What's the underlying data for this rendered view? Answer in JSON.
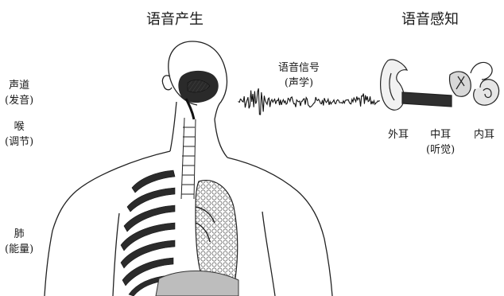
{
  "titles": {
    "production": "语音产生",
    "perception": "语音感知"
  },
  "organs": [
    {
      "name": "声道",
      "note": "(发音)"
    },
    {
      "name": "喉",
      "note": "(调节)"
    },
    {
      "name": "肺",
      "note": "(能量)"
    }
  ],
  "signal": {
    "name": "语音信号",
    "note": "(声学)"
  },
  "ear": [
    {
      "name": "外耳",
      "note": ""
    },
    {
      "name": "中耳",
      "note": "(听觉)"
    },
    {
      "name": "内耳",
      "note": ""
    }
  ]
}
